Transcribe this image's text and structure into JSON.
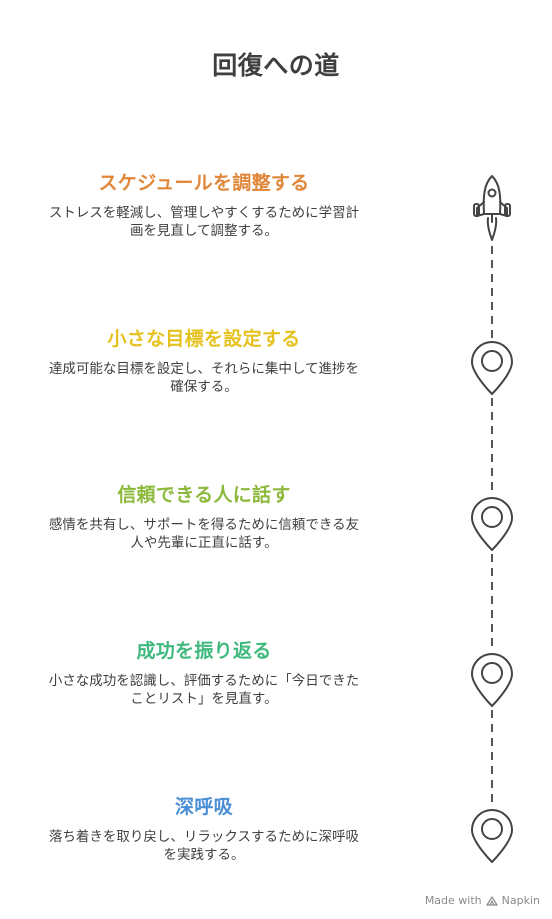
{
  "title": "回復への道",
  "steps": [
    {
      "heading": "スケジュールを調整する",
      "description_line1": "ストレスを軽減し、管理しやすくするために学習計",
      "description_line2": "画を見直して調整する。",
      "color": "#E0873A",
      "icon": "rocket-icon"
    },
    {
      "heading": "小さな目標を設定する",
      "description_line1": "達成可能な目標を設定し、それらに集中して進捗を",
      "description_line2": "確保する。",
      "color": "#E5C21F",
      "icon": "location-pin-icon"
    },
    {
      "heading": "信頼できる人に話す",
      "description_line1": "感情を共有し、サポートを得るために信頼できる友",
      "description_line2": "人や先輩に正直に話す。",
      "color": "#8CB83B",
      "icon": "location-pin-icon"
    },
    {
      "heading": "成功を振り返る",
      "description_line1": "小さな成功を認識し、評価するために「今日できた",
      "description_line2": "ことリスト」を見直す。",
      "color": "#3FB97E",
      "icon": "location-pin-icon"
    },
    {
      "heading": "深呼吸",
      "description_line1": "落ち着きを取り戻し、リラックスするために深呼吸",
      "description_line2": "を実践する。",
      "color": "#4A8FD6",
      "icon": "location-pin-icon"
    }
  ],
  "footer": {
    "made_with": "Made with",
    "brand": "Napkin"
  }
}
